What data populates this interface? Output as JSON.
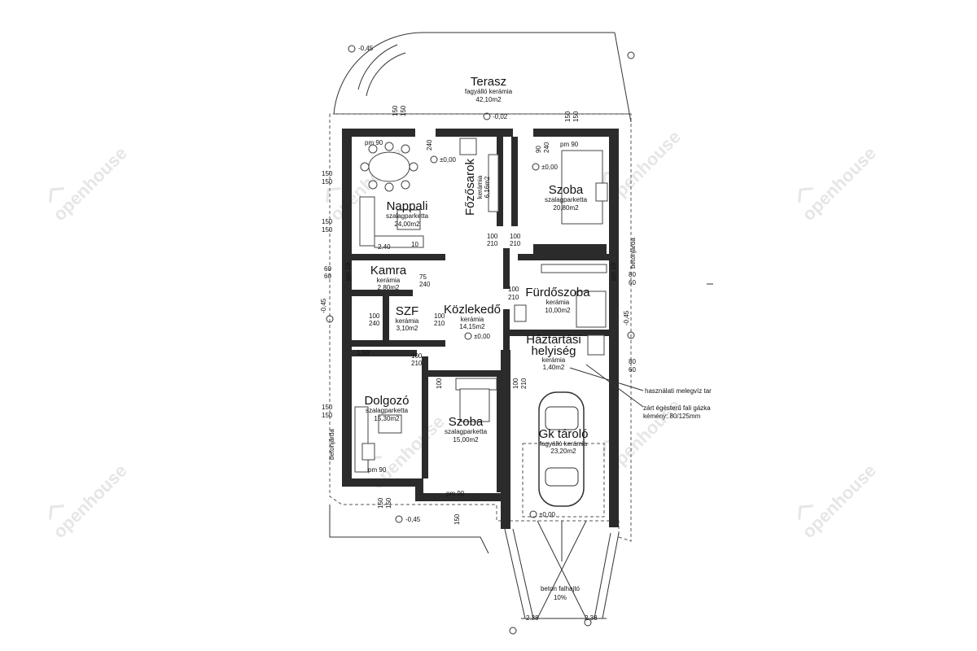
{
  "rooms": {
    "terasz": {
      "name": "Terasz",
      "floor": "fagyálló kerámia",
      "area": "42,10m2"
    },
    "nappali": {
      "name": "Nappali",
      "floor": "szalagparketta",
      "area": "24,00m2"
    },
    "fozosarok": {
      "name": "Főzősarok",
      "floor": "kerámia",
      "area": "6,16m2"
    },
    "szoba1": {
      "name": "Szoba",
      "floor": "szalagparketta",
      "area": "20,80m2"
    },
    "kamra": {
      "name": "Kamra",
      "floor": "kerámia",
      "area": "2,80m2"
    },
    "furdoszoba": {
      "name": "Fürdőszoba",
      "floor": "kerámia",
      "area": "10,00m2"
    },
    "szf": {
      "name": "SZF",
      "floor": "kerámia",
      "area": "3,10m2"
    },
    "kozlekedo": {
      "name": "Közlekedő",
      "floor": "kerámia",
      "area": "14,15m2"
    },
    "haztartasi": {
      "name_line1": "Háztartási",
      "name_line2": "helyiség",
      "floor": "kerámia",
      "area": "1,40m2"
    },
    "dolgozo": {
      "name": "Dolgozó",
      "floor": "szalagparketta",
      "area": "15,30m2"
    },
    "szoba2": {
      "name": "Szoba",
      "floor": "szalagparketta",
      "area": "15,00m2"
    },
    "gk_tarolo": {
      "name": "Gk tároló",
      "floor": "fagyálló kerámia",
      "area": "23,20m2"
    },
    "beton_falhajto": {
      "name": "beton falhajtó",
      "slope": "10%"
    }
  },
  "annotations": {
    "boiler": "használati melegvíz tar",
    "gas": "zárt égésterű fali gázka",
    "chimney": "kémény: 80/125mm",
    "betonjarda": "betonjárda"
  },
  "levels": {
    "l1": "-0,45",
    "l2": "-0,02",
    "l3": "±0,00",
    "l4": "±0,00",
    "l5": "±0,00",
    "l6": "-0,45",
    "l7": "±0,00",
    "l8": "-0,45",
    "l9": "-0,45"
  },
  "dims": {
    "d150": "150",
    "d240": "240",
    "d100": "100",
    "d210": "210",
    "d90": "90",
    "d60": "60",
    "d80": "80",
    "d10": "10",
    "d75": "75",
    "d240b": "2.40",
    "d150b": "1.50",
    "d238": "2.38",
    "pm90": "pm 90",
    "pm18": "pm 18"
  },
  "watermark": {
    "text": "openhouse"
  },
  "colors": {
    "wall": "#2b2b2b",
    "line": "#333333"
  }
}
